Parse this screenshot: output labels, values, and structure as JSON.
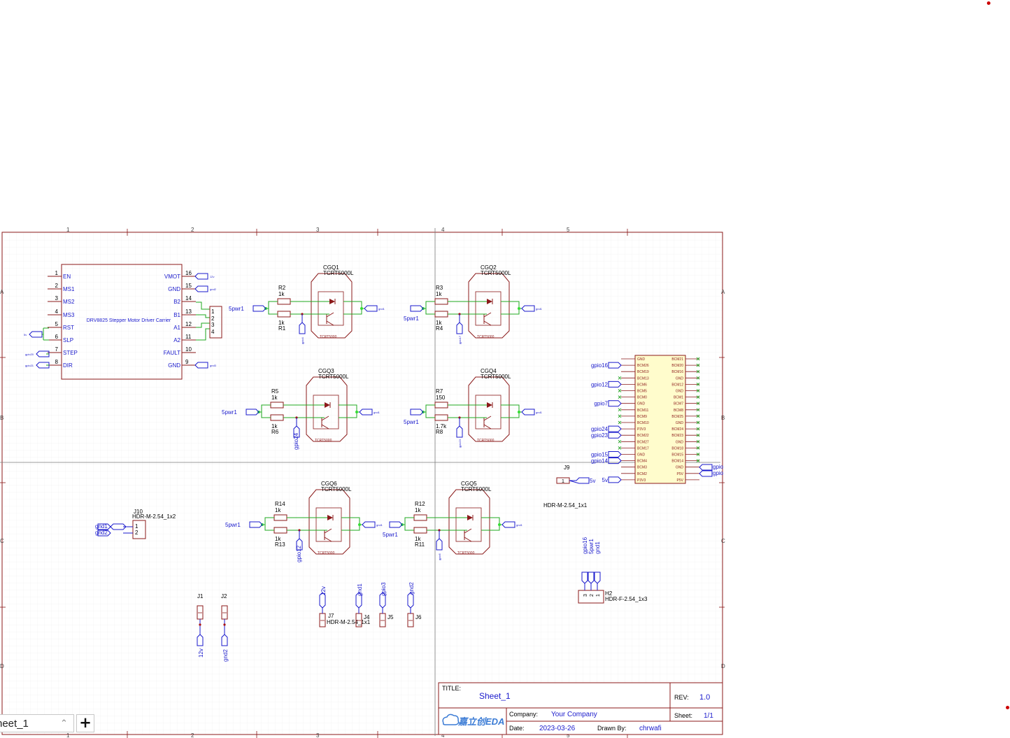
{
  "sheet_tab": {
    "label": "heet_1",
    "add_icon": "plus-icon",
    "menu_icon": "chevron-up-icon"
  },
  "title_block": {
    "title_label": "TITLE:",
    "title": "Sheet_1",
    "rev_label": "REV:",
    "rev": "1.0",
    "company_label": "Company:",
    "company": "Your Company",
    "sheet_label": "Sheet:",
    "sheet": "1/1",
    "date_label": "Date:",
    "date": "2023-03-26",
    "drawn_label": "Drawn By:",
    "drawn_by": "chrwafi",
    "logo_text": "嘉立创EDA"
  },
  "frame": {
    "col_labels": [
      "1",
      "2",
      "3",
      "4",
      "5"
    ],
    "row_labels": [
      "A",
      "B",
      "C",
      "D"
    ]
  },
  "drv": {
    "name": "DRV8825 Stepper Motor Driver Carrier",
    "left_pins": [
      {
        "num": "1",
        "name": "EN"
      },
      {
        "num": "2",
        "name": "MS1"
      },
      {
        "num": "3",
        "name": "MS2"
      },
      {
        "num": "4",
        "name": "MS3"
      },
      {
        "num": "5",
        "name": "RST"
      },
      {
        "num": "6",
        "name": "SLP"
      },
      {
        "num": "7",
        "name": "STEP"
      },
      {
        "num": "8",
        "name": "DIR"
      }
    ],
    "right_pins": [
      {
        "num": "16",
        "name": "VMOT"
      },
      {
        "num": "15",
        "name": "GND"
      },
      {
        "num": "14",
        "name": "B2"
      },
      {
        "num": "13",
        "name": "B1"
      },
      {
        "num": "12",
        "name": "A1"
      },
      {
        "num": "11",
        "name": "A2"
      },
      {
        "num": "10",
        "name": "FAULT"
      },
      {
        "num": "9",
        "name": "GND"
      }
    ],
    "net_labels": [
      "12v",
      "gnd2",
      "gnd3",
      "5v",
      "gpio20",
      "gpio21"
    ]
  },
  "motor_conn": {
    "pins": [
      "1",
      "2",
      "3",
      "4"
    ]
  },
  "sensor_type": "TCRT5000",
  "sensors": [
    {
      "ref": "CGQ1",
      "value": "TCRT5000L",
      "r_top_ref": "R2",
      "r_top_val": "1k",
      "r_bot_ref": "R1",
      "r_bot_val": "1k",
      "pwr": "5pwr1",
      "sig": "gpio4",
      "gnd": "gnd1"
    },
    {
      "ref": "CGQ2",
      "value": "TCRT5000L",
      "r_top_ref": "R3",
      "r_top_val": "1k",
      "r_bot_ref": "R4",
      "r_bot_val": "1k",
      "pwr": "5pwr1",
      "sig": "gpio17",
      "gnd": "gnd1"
    },
    {
      "ref": "CGQ3",
      "value": "TCRT5000L",
      "r_top_ref": "R5",
      "r_top_val": "1k",
      "r_bot_ref": "R6",
      "r_bot_val": "1k",
      "pwr": "5pwr1",
      "sig": "gpio24",
      "gnd": "gnd1"
    },
    {
      "ref": "CGQ4",
      "value": "TCRT5000L",
      "r_top_ref": "R7",
      "r_top_val": "150",
      "r_bot_ref": "R8",
      "r_bot_val": "1.7k",
      "pwr": "5pwr1",
      "sig": "gpio23",
      "gnd": "gnd1"
    },
    {
      "ref": "CGQ6",
      "value": "TCRT5000L",
      "r_top_ref": "R14",
      "r_top_val": "1k",
      "r_bot_ref": "R13",
      "r_bot_val": "1k",
      "pwr": "5pwr1",
      "sig": "gpio12",
      "gnd": "gnd1"
    },
    {
      "ref": "CGQ5",
      "value": "TCRT5000L",
      "r_top_ref": "R12",
      "r_top_val": "1k",
      "r_bot_ref": "R11",
      "r_bot_val": "1k",
      "pwr": "5pwr1",
      "sig": "gpio6",
      "gnd": "gnd1"
    }
  ],
  "rpi": {
    "left_pins": [
      "GND",
      "BCM26",
      "BCM19",
      "BCM13",
      "BCM6",
      "BCM5",
      "BCM0",
      "GND",
      "BCM11",
      "BCM9",
      "BCM10",
      "P3V3",
      "BCM22",
      "BCM27",
      "BCM17",
      "GND",
      "BCM4",
      "BCM3",
      "BCM2",
      "P3V3"
    ],
    "right_pins": [
      "BCM21",
      "BCM20",
      "BCM16",
      "GND",
      "BCM12",
      "GND",
      "BCM1",
      "BCM7",
      "BCM8",
      "BCM25",
      "GND",
      "BCM24",
      "BCM23",
      "GND",
      "BCM18",
      "BCM15",
      "BCM14",
      "GND",
      "P5V",
      "P5V"
    ],
    "nets": [
      {
        "row": 1,
        "label": "gpio16"
      },
      {
        "row": 4,
        "label": "gpio12"
      },
      {
        "row": 7,
        "label": "gpio7"
      },
      {
        "row": 11,
        "label": "gpio24"
      },
      {
        "row": 12,
        "label": "gpio23"
      },
      {
        "row": 15,
        "label": "gpio15"
      },
      {
        "row": 16,
        "label": "gpio14"
      },
      {
        "row": 19,
        "label": "5v"
      }
    ],
    "right_nets": [
      "gpio",
      "gpio"
    ]
  },
  "j9": {
    "ref": "J9",
    "pin": "1",
    "net": "5v",
    "value": "HDR-M-2.54_1x1"
  },
  "j10": {
    "ref": "J10",
    "value": "HDR-M-2.54_1x2",
    "pins": [
      "1",
      "2"
    ],
    "nets": [
      "gnd1",
      "gnd2"
    ]
  },
  "h2": {
    "ref": "H2",
    "value": "HDR-F-2.54_1x3",
    "pins": [
      "3",
      "2",
      "1"
    ],
    "nets": [
      "gpio16",
      "5pwr1",
      "gnd1"
    ]
  },
  "small_conns": [
    {
      "ref": "J1",
      "net": "12v"
    },
    {
      "ref": "J2",
      "net": "gnd2"
    },
    {
      "ref": "J7",
      "net": "12v",
      "value": "HDR-M-2.54_1x1"
    },
    {
      "ref": "J4",
      "net": "gnd1"
    },
    {
      "ref": "J5",
      "net": "gpio3"
    },
    {
      "ref": "J6",
      "net": "gnd2"
    }
  ]
}
